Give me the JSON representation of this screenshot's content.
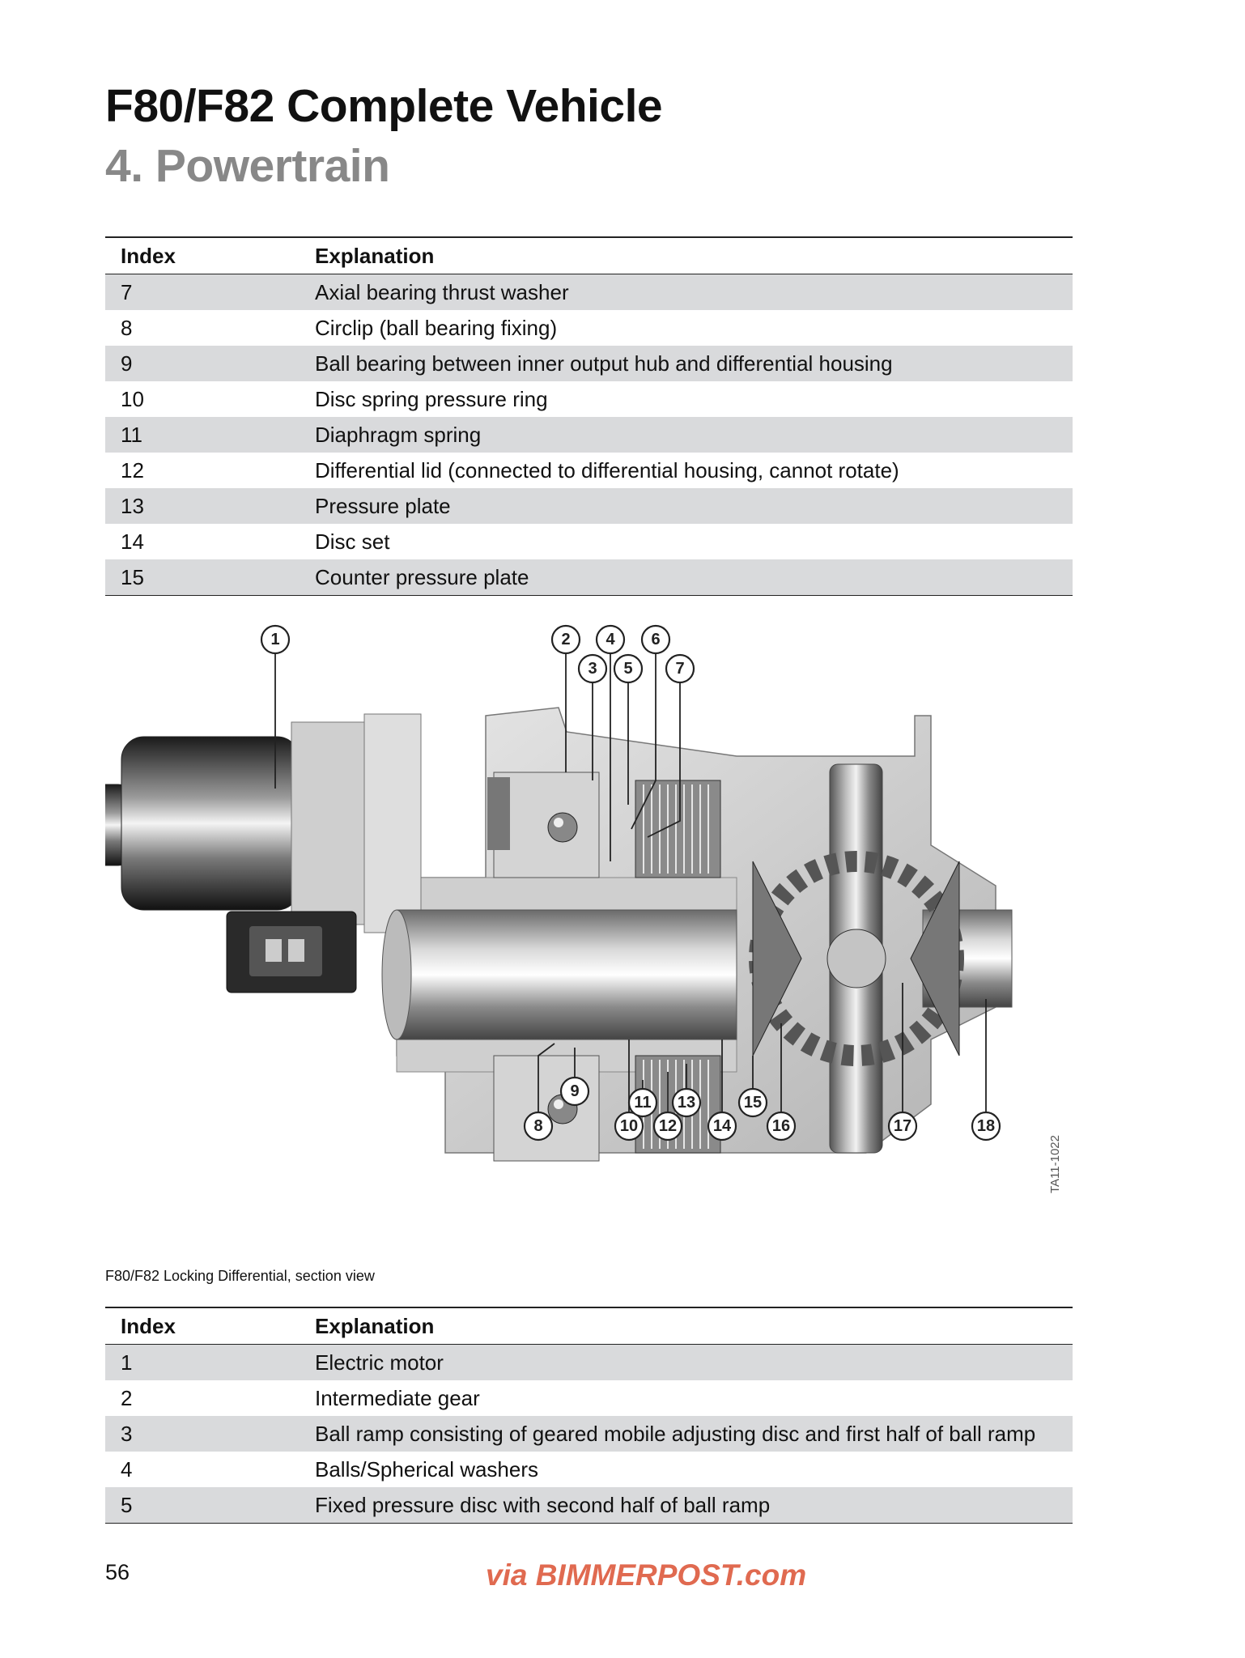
{
  "header": {
    "title": "F80/F82 Complete Vehicle",
    "subtitle": "4. Powertrain"
  },
  "table_top": {
    "headers": [
      "Index",
      "Explanation"
    ],
    "rows": [
      {
        "index": "7",
        "explanation": "Axial bearing thrust washer"
      },
      {
        "index": "8",
        "explanation": "Circlip (ball bearing fixing)"
      },
      {
        "index": "9",
        "explanation": "Ball bearing between inner output hub and differential housing"
      },
      {
        "index": "10",
        "explanation": "Disc spring pressure ring"
      },
      {
        "index": "11",
        "explanation": "Diaphragm spring"
      },
      {
        "index": "12",
        "explanation": "Differential lid (connected to differential housing, cannot rotate)"
      },
      {
        "index": "13",
        "explanation": "Pressure plate"
      },
      {
        "index": "14",
        "explanation": "Disc set"
      },
      {
        "index": "15",
        "explanation": "Counter pressure plate"
      }
    ]
  },
  "figure": {
    "caption": "F80/F82 Locking Differential, section view",
    "code": "TA11-1022",
    "callouts": [
      "1",
      "2",
      "3",
      "4",
      "5",
      "6",
      "7",
      "8",
      "9",
      "10",
      "11",
      "12",
      "13",
      "14",
      "15",
      "16",
      "17",
      "18"
    ]
  },
  "table_bottom": {
    "headers": [
      "Index",
      "Explanation"
    ],
    "rows": [
      {
        "index": "1",
        "explanation": "Electric motor"
      },
      {
        "index": "2",
        "explanation": "Intermediate gear"
      },
      {
        "index": "3",
        "explanation": "Ball ramp consisting of geared mobile adjusting disc and first half of ball ramp"
      },
      {
        "index": "4",
        "explanation": "Balls/Spherical washers"
      },
      {
        "index": "5",
        "explanation": "Fixed pressure disc with second half of ball ramp"
      }
    ]
  },
  "footer": {
    "page_number": "56",
    "credit": "via BIMMERPOST.com"
  }
}
